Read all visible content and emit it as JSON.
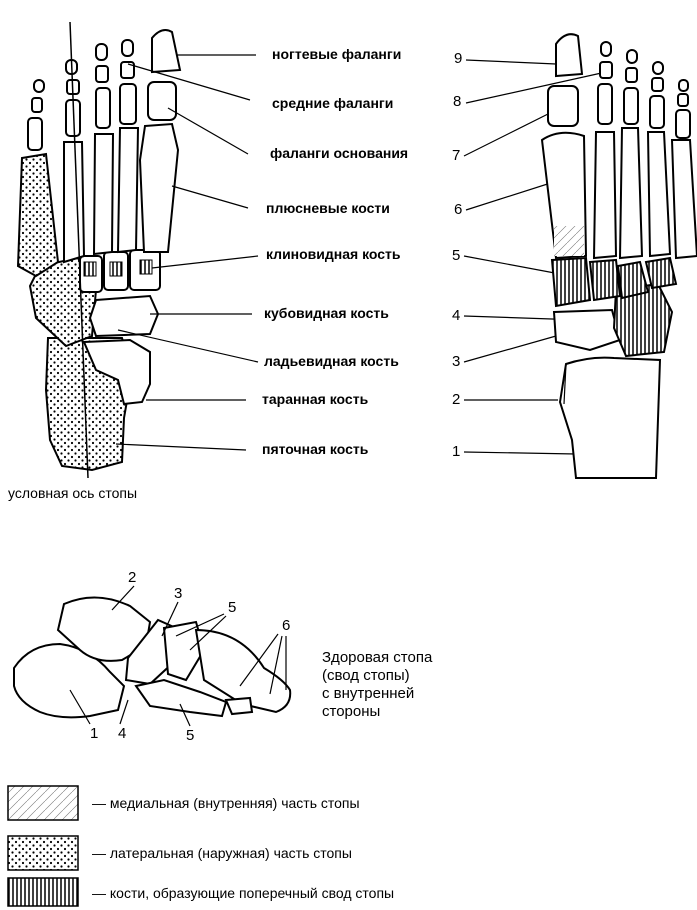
{
  "labels": [
    "ногтевые фаланги",
    "средние фаланги",
    "фаланги основания",
    "плюсневые кости",
    "клиновидная кость",
    "кубовидная кость",
    "ладьевидная кость",
    "таранная кость",
    "пяточная кость"
  ],
  "right_numbers": [
    "9",
    "8",
    "7",
    "6",
    "5",
    "4",
    "3",
    "2",
    "1"
  ],
  "axis_label": "условная ось стопы",
  "side_view": {
    "caption": [
      "Здоровая стопа",
      "(свод стопы)",
      "с внутренней",
      "стороны"
    ],
    "numbers": [
      "2",
      "3",
      "5",
      "6",
      "1",
      "4",
      "5"
    ]
  },
  "legend": [
    {
      "pattern": "medial",
      "text": "— медиальная (внутренняя) часть стопы"
    },
    {
      "pattern": "lateral",
      "text": "— латеральная (наружная) часть стопы"
    },
    {
      "pattern": "transverse",
      "text": "— кости, образующие поперечный свод стопы"
    }
  ]
}
